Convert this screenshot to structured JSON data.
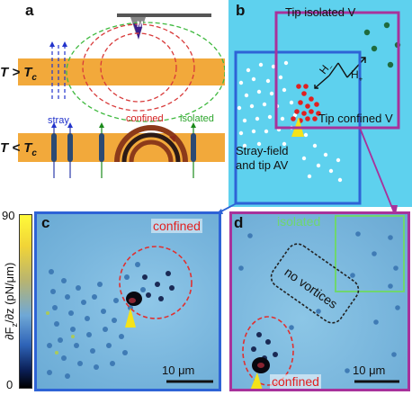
{
  "panels": {
    "a": {
      "letter": "a",
      "top_condition": "T > T",
      "top_subscript": "c",
      "bottom_condition": "T < T",
      "bottom_subscript": "c",
      "tip_letter": "M",
      "labels": {
        "stray": "stray",
        "confined": "confined",
        "isolated": "isolated"
      }
    },
    "b": {
      "letter": "b",
      "tip_isolated": "Tip isolated V",
      "tip_confined": "Tip confined V",
      "stray_line1": "Stray-field",
      "stray_line2": "and tip AV",
      "field_left": "H",
      "field_left_sign": "−",
      "field_right": "H",
      "field_right_sign": "+"
    },
    "c": {
      "letter": "c",
      "confined": "confined",
      "scalebar": "10 μm"
    },
    "d": {
      "letter": "d",
      "isolated": "isolated",
      "no_vortices": "no vortices",
      "confined": "confined",
      "scalebar": "10 μm"
    },
    "colorbar": {
      "max": "90",
      "min": "0",
      "label": "∂F",
      "label_sub": "z",
      "label_rest": "/∂z (pN/μm)"
    }
  },
  "colors": {
    "film_orange": "#f2a93b",
    "panel_b_bg": "#5ed1ee",
    "blue_frame": "#2e63d6",
    "magenta_frame": "#a8329b",
    "confined_red": "#e02020",
    "isolated_green": "#2a7a4a",
    "yellow_tip": "#f4e31a"
  }
}
